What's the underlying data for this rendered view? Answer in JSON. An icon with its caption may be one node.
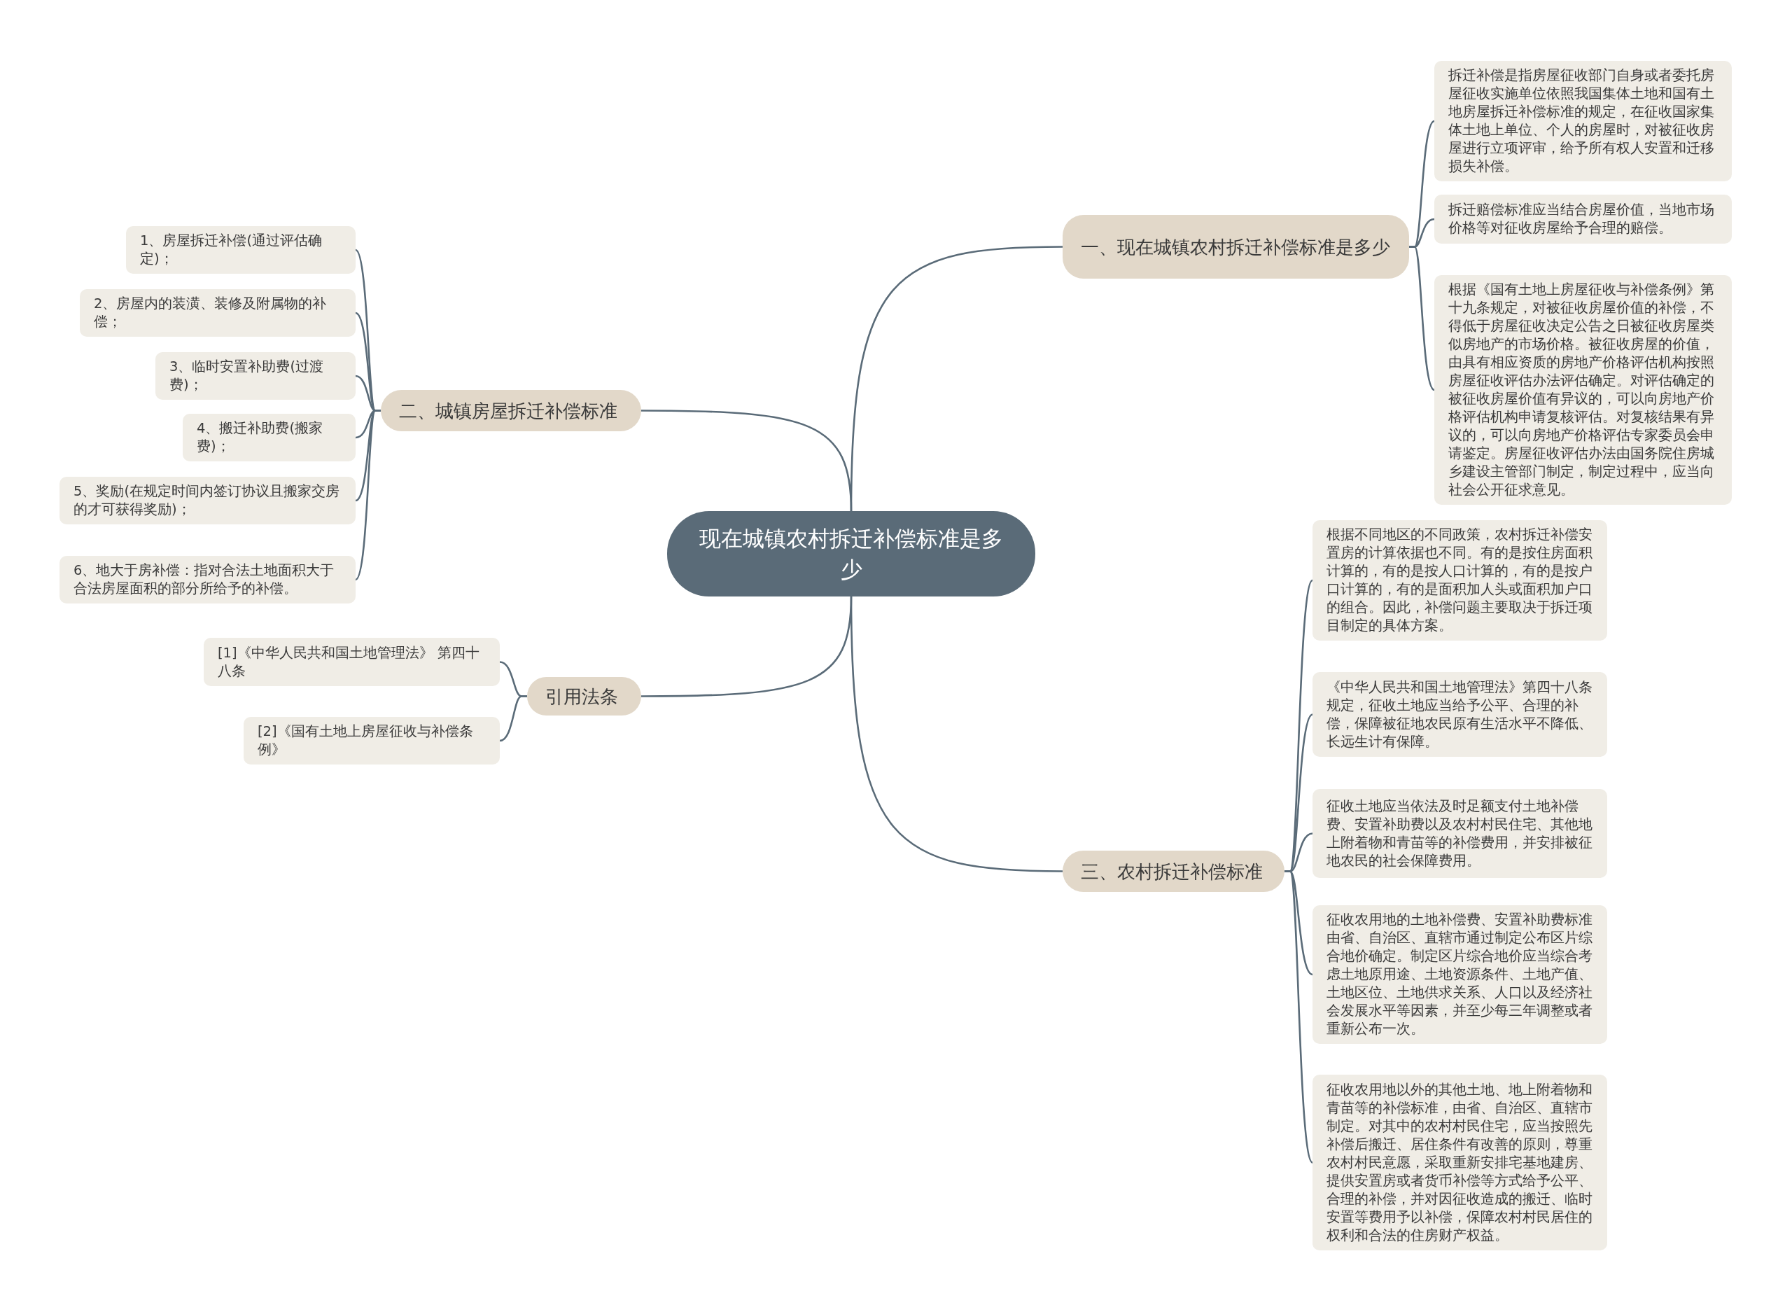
{
  "diagram": {
    "nodes": [
      {
        "text": [
          "现在城镇农村拆迁补偿标准是多少"
        ]
      },
      {
        "text": [
          "一、现在城镇农村拆迁补偿标准是多少"
        ]
      },
      {
        "text": [
          "拆迁补偿是指房屋征收部门自身或者委托房屋征收实施单位依照我国集体土地和国有土地房屋拆迁补偿标准的规定，在征收国家集体土地上单位、个人的房屋时，对被征收房屋进行立项评审，给予所有权人安置和迁移损失补偿。"
        ]
      },
      {
        "text": [
          "拆迁赔偿标准应当结合房屋价值，当地市场价格等对征收房屋给予合理的赔偿。"
        ]
      },
      {
        "text": [
          "根据《国有土地上房屋征收与补偿条例》第十九条规定，对被征收房屋价值的补偿，不得低于房屋征收决定公告之日被征收房屋类似房地产的市场价格。被征收房屋的价值，由具有相应资质的房地产价格评估机构按照房屋征收评估办法评估确定。对评估确定的被征收房屋价值有异议的，可以向房地产价格评估机构申请复核评估。对复核结果有异议的，可以向房地产价格评估专家委员会申请鉴定。房屋征收评估办法由国务院住房城乡建设主管部门制定，制定过程中，应当向社会公开征求意见。"
        ]
      },
      {
        "text": [
          "二、城镇房屋拆迁补偿标准"
        ]
      },
      {
        "text": [
          "1、房屋拆迁补偿(通过评估确定)；"
        ]
      },
      {
        "text": [
          "2、房屋内的装潢、装修及附属物的补偿；"
        ]
      },
      {
        "text": [
          "3、临时安置补助费(过渡费)；"
        ]
      },
      {
        "text": [
          "4、搬迁补助费(搬家费)；"
        ]
      },
      {
        "text": [
          "5、奖励(在规定时间内签订协议且搬家交房的才可获得奖励)；"
        ]
      },
      {
        "text": [
          "6、地大于房补偿：指对合法土地面积大于合法房屋面积的部分所给予的补偿。"
        ]
      },
      {
        "text": [
          "引用法条"
        ]
      },
      {
        "text": [
          "[1]《中华人民共和国土地管理法》 第四十八条"
        ]
      },
      {
        "text": [
          "[2]《国有土地上房屋征收与补偿条例》"
        ]
      },
      {
        "text": [
          "三、农村拆迁补偿标准"
        ]
      },
      {
        "text": [
          "根据不同地区的不同政策，农村拆迁补偿安置房的计算依据也不同。有的是按住房面积计算的，有的是按人口计算的，有的是按户口计算的，有的是面积加人头或面积加户口的组合。因此，补偿问题主要取决于拆迁项目制定的具体方案。"
        ]
      },
      {
        "text": [
          "《中华人民共和国土地管理法》第四十八条规定，征收土地应当给予公平、合理的补偿，保障被征地农民原有生活水平不降低、长远生计有保障。"
        ]
      },
      {
        "text": [
          "征收土地应当依法及时足额支付土地补偿费、安置补助费以及农村村民住宅、其他地上附着物和青苗等的补偿费用，并安排被征地农民的社会保障费用。"
        ]
      },
      {
        "text": [
          "征收农用地的土地补偿费、安置补助费标准由省、自治区、直辖市通过制定公布区片综合地价确定。制定区片综合地价应当综合考虑土地原用途、土地资源条件、土地产值、土地区位、土地供求关系、人口以及经济社会发展水平等因素，并至少每三年调整或者重新公布一次。"
        ]
      },
      {
        "text": [
          "征收农用地以外的其他土地、地上附着物和青苗等的补偿标准，由省、自治区、直辖市制定。对其中的农村村民住宅，应当按照先补偿后搬迁、居住条件有改善的原则，尊重农村村民意愿，采取重新安排宅基地建房、提供安置房或者货币补偿等方式给予公平、合理的补偿，并对因征收造成的搬迁、临时安置等费用予以补偿，保障农村村民居住的权利和合法的住房财产权益。"
        ]
      }
    ],
    "edges": [
      {
        "from": 0,
        "to": 1,
        "arrow": "none"
      },
      {
        "from": 1,
        "to": 2,
        "arrow": "none"
      },
      {
        "from": 1,
        "to": 3,
        "arrow": "none"
      },
      {
        "from": 1,
        "to": 4,
        "arrow": "none"
      },
      {
        "from": 0,
        "to": 5,
        "arrow": "none"
      },
      {
        "from": 5,
        "to": 6,
        "arrow": "none"
      },
      {
        "from": 5,
        "to": 7,
        "arrow": "none"
      },
      {
        "from": 5,
        "to": 8,
        "arrow": "none"
      },
      {
        "from": 5,
        "to": 9,
        "arrow": "none"
      },
      {
        "from": 5,
        "to": 10,
        "arrow": "none"
      },
      {
        "from": 5,
        "to": 11,
        "arrow": "none"
      },
      {
        "from": 0,
        "to": 12,
        "arrow": "none"
      },
      {
        "from": 12,
        "to": 13,
        "arrow": "none"
      },
      {
        "from": 12,
        "to": 14,
        "arrow": "none"
      },
      {
        "from": 0,
        "to": 15,
        "arrow": "none"
      },
      {
        "from": 15,
        "to": 16,
        "arrow": "none"
      },
      {
        "from": 15,
        "to": 17,
        "arrow": "none"
      },
      {
        "from": 15,
        "to": 18,
        "arrow": "none"
      },
      {
        "from": 15,
        "to": 19,
        "arrow": "none"
      },
      {
        "from": 15,
        "to": 20,
        "arrow": "none"
      }
    ]
  }
}
